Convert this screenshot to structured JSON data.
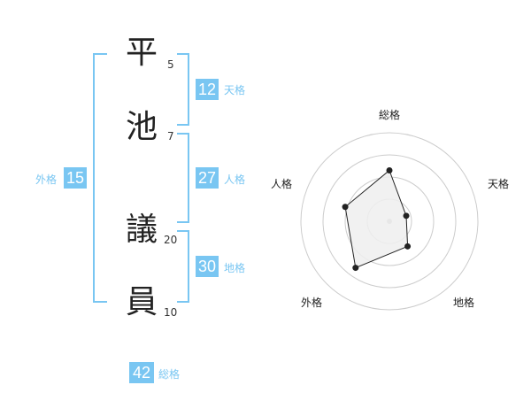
{
  "name_chars": [
    {
      "char": "平",
      "strokes": "5"
    },
    {
      "char": "池",
      "strokes": "7"
    },
    {
      "char": "議",
      "strokes": "20"
    },
    {
      "char": "員",
      "strokes": "10"
    }
  ],
  "fortunes": {
    "tenkaku": {
      "value": "12",
      "label": "天格"
    },
    "jinkaku": {
      "value": "27",
      "label": "人格"
    },
    "chikaku": {
      "value": "30",
      "label": "地格"
    },
    "gaikaku": {
      "value": "15",
      "label": "外格"
    },
    "soukaku": {
      "value": "42",
      "label": "総格"
    }
  },
  "colors": {
    "accent": "#79c6f2",
    "ring": "#cccccc",
    "fill": "#eeeeee",
    "line": "#222222"
  },
  "chart_data": {
    "type": "radar",
    "axes": [
      "総格",
      "天格",
      "地格",
      "外格",
      "人格"
    ],
    "scale_max": 4,
    "rings": 4,
    "values": [
      2.3,
      0.8,
      1.4,
      2.6,
      2.1
    ]
  }
}
